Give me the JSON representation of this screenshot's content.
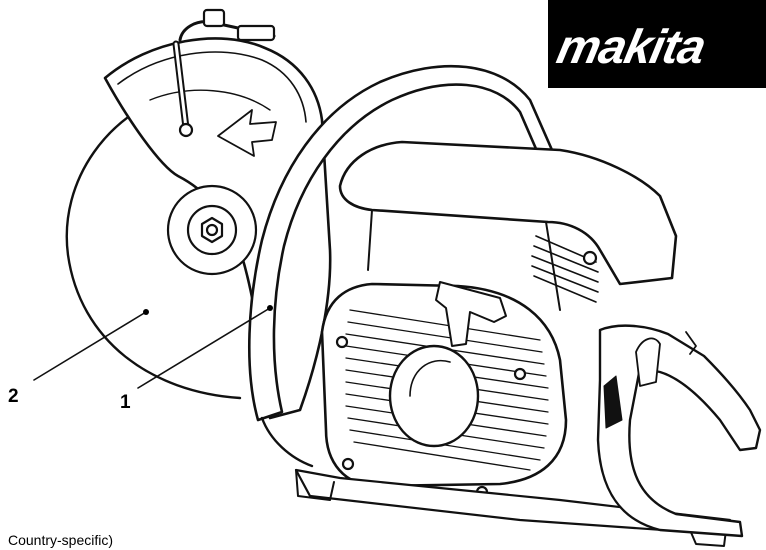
{
  "brand": {
    "logo_text": "makita",
    "logo_bg": "#000000"
  },
  "callouts": [
    {
      "number": "1",
      "target": "handlebar"
    },
    {
      "number": "2",
      "target": "cutting disc"
    }
  ],
  "footer_note": "Country-specific)"
}
